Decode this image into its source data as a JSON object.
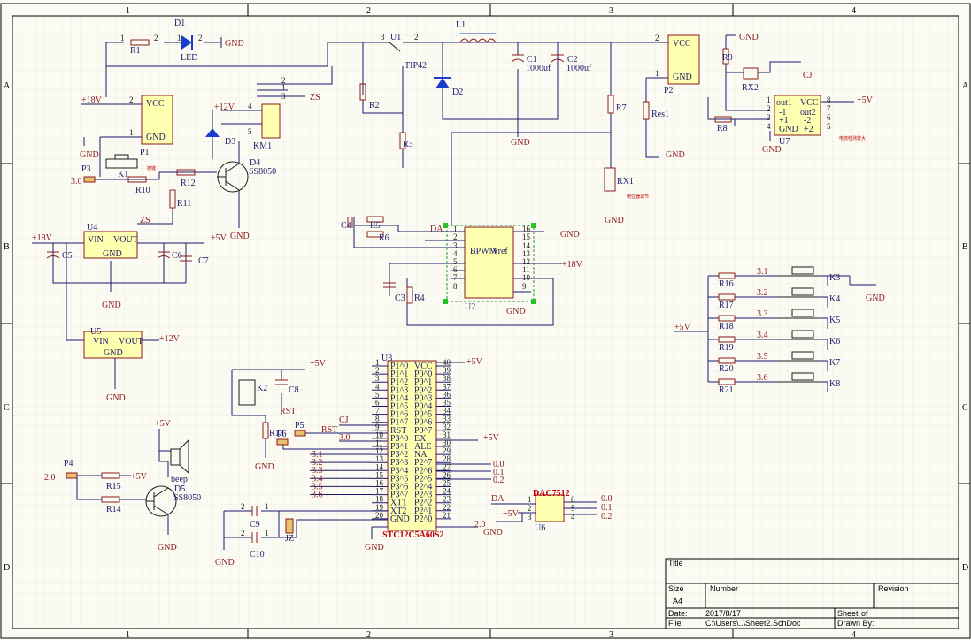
{
  "border": {
    "columns": [
      "1",
      "2",
      "3",
      "4"
    ],
    "rows": [
      "A",
      "B",
      "C",
      "D"
    ]
  },
  "title_block": {
    "title_label": "Title",
    "size_label": "Size",
    "size_value": "A4",
    "number_label": "Number",
    "revision_label": "Revision",
    "date_label": "Date:",
    "date_value": "2017/8/17",
    "sheet_label": "Sheet",
    "of_label": "of",
    "file_label": "File:",
    "file_value": "C:\\Users\\..\\Sheet2.SchDoc",
    "drawn_label": "Drawn By:"
  },
  "components": {
    "D1": "D1",
    "LED": "LED",
    "R1": "R1",
    "P1": "P1",
    "VCC": "VCC",
    "GND_t": "GND",
    "U1": "U1",
    "TIP42": "TIP42",
    "L1": "L1",
    "C1": "C1",
    "C1v": "1000uf",
    "C2": "C2",
    "C2v": "1000uf",
    "D2": "D2",
    "R2": "R2",
    "R3": "R3",
    "P2": "P2",
    "R7": "R7",
    "Res1": "Res1",
    "R9": "R9",
    "RX2": "RX2",
    "CJ": "CJ",
    "R8": "R8",
    "U7": "U7",
    "KM1": "KM1",
    "D3": "D3",
    "ZS": "ZS",
    "P3": "P3",
    "K1": "K1",
    "R10": "R10",
    "R12": "R12",
    "R11": "R11",
    "D4": "D4",
    "SS8050": "SS8050",
    "RX1": "RX1",
    "U4": "U4",
    "C5": "C5",
    "C6": "C6",
    "C7": "C7",
    "U5": "U5",
    "C4": "C4",
    "R5": "R5",
    "R6": "R6",
    "DA": "DA",
    "U2": "U2",
    "C3": "C3",
    "R4": "R4",
    "R16": "R16",
    "R17": "R17",
    "R18": "R18",
    "R19": "R19",
    "R20": "R20",
    "R21": "R21",
    "K3": "K3",
    "K4": "K4",
    "K5": "K5",
    "K6": "K6",
    "K7": "K7",
    "K8": "K8",
    "K2": "K2",
    "C8": "C8",
    "RST": "RST",
    "R13": "R13",
    "P6": "P6",
    "P5": "P5",
    "U3": "U3",
    "STC": "STC12C5A60S2",
    "P4": "P4",
    "R15": "R15",
    "R14": "R14",
    "D5": "D5",
    "beep": "beep",
    "C9": "C9",
    "C10": "C10",
    "JZ": "JZ",
    "DAC": "DAC7512",
    "U6": "U6"
  },
  "nets": {
    "p18v": "+18V",
    "p12v": "+12V",
    "p5v": "+5V",
    "gnd": "GND",
    "v30": "3.0",
    "v20": "2.0",
    "v00": "0.0",
    "v01": "0.1",
    "v02": "0.2"
  },
  "chips": {
    "vreg_vin": "VIN",
    "vreg_vout": "VOUT",
    "vreg_gnd": "GND",
    "bpwm_title": "BPWM",
    "bpwm_vref": "Vref",
    "u7_pins_l": [
      "out1",
      "-1",
      "+1",
      "GND"
    ],
    "u7_pins_r": [
      "VCC",
      "out2",
      "-2",
      "+2"
    ],
    "u3_left": [
      "P1^0",
      "P1^1",
      "P1^2",
      "P1^3",
      "P1^4",
      "P1^5",
      "P1^6",
      "P1^7",
      "RST",
      "P3^0",
      "P3^1",
      "P3^2",
      "P3^3",
      "P3^4",
      "P3^5",
      "P3^6",
      "P3^7",
      "XT1",
      "XT2",
      "GND"
    ],
    "u3_right": [
      "VCC",
      "P0^0",
      "P0^1",
      "P0^2",
      "P0^3",
      "P0^4",
      "P0^5",
      "P0^6",
      "P0^7",
      "EX",
      "ALE",
      "NA",
      "P2^7",
      "P2^6",
      "P2^5",
      "P2^4",
      "P2^3",
      "P2^2",
      "P2^1",
      "P2^0"
    ]
  },
  "key_values": [
    "3.1",
    "3.2",
    "3.3",
    "3.4",
    "3.5",
    "3.6"
  ],
  "p3_lines": [
    "3.1",
    "3.2",
    "3.3",
    "3.4",
    "3.5",
    "3.6"
  ]
}
